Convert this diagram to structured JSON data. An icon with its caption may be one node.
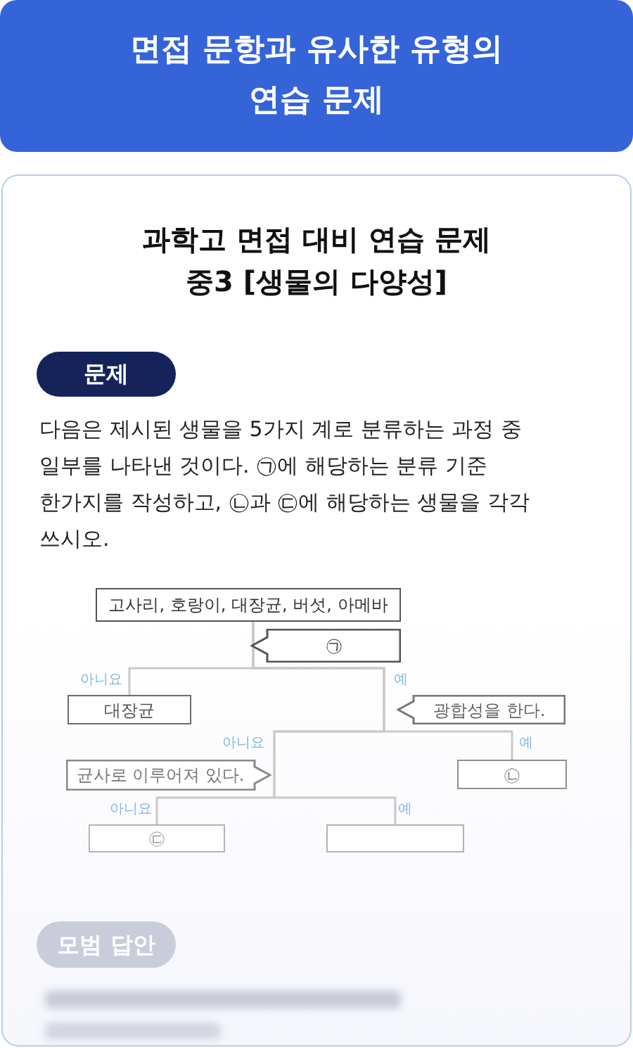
{
  "diagram": {
    "title": "면접 문항과 유사한 유형의 연습 문제",
    "nodes": [
      {
        "text": [
          "고사리, 호랑이, 대장균, 버섯, 아메바"
        ]
      },
      {
        "text": [
          "㉠"
        ]
      },
      {
        "text": [
          "대장균"
        ]
      },
      {
        "text": [
          "광합성을 한다."
        ]
      },
      {
        "text": [
          "균사로 이루어져 있다."
        ]
      },
      {
        "text": [
          "㉡"
        ]
      },
      {
        "text": [
          "㉢"
        ]
      },
      {
        "text": [],
        "shape": "box"
      }
    ],
    "edges": [
      {
        "from": 0,
        "to": 2,
        "arrow": "none"
      },
      {
        "from": 0,
        "to": 5,
        "arrow": "none"
      },
      {
        "from": 0,
        "to": 6,
        "arrow": "none"
      },
      {
        "from": 0,
        "to": 7,
        "arrow": "none"
      }
    ],
    "labels": [
      "과학고 면접 대비 연습 문제 중3 [생물의 다양성]",
      "문제",
      "다음은 제시된 생물을 5가지 계로 분류하는 과정 중 일부를 나타낸 것이다. ㉠에 해당하는 분류 기준 한가지를 작성하고, ㉡과 ㉢에 해당하는 생물을 각각 쓰시오.",
      "아니요",
      "예",
      "아니요",
      "예",
      "아니요",
      "예",
      "모범 답안"
    ]
  }
}
